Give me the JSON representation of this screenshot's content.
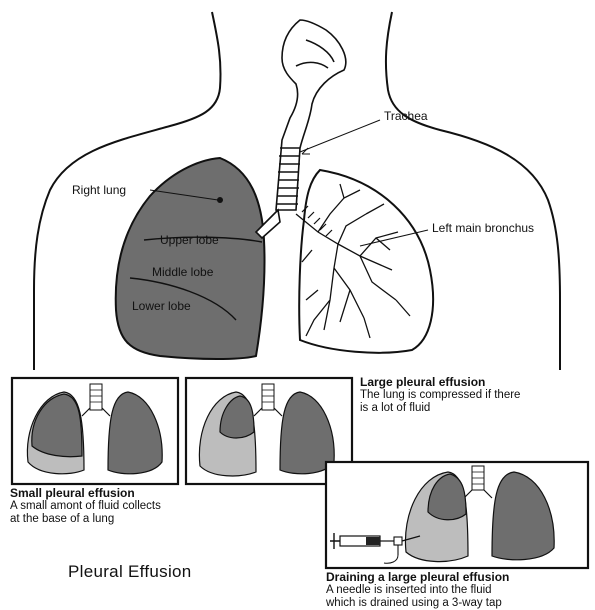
{
  "title": "Pleural Effusion",
  "labels": {
    "trachea": "Trachea",
    "right_lung": "Right lung",
    "left_main_bronchus": "Left main bronchus",
    "upper_lobe": "Upper lobe",
    "middle_lobe": "Middle lobe",
    "lower_lobe": "Lower lobe"
  },
  "panels": {
    "small": {
      "heading": "Small pleural effusion",
      "line1": "A small amont of fluid collects",
      "line2": "at the base of a lung"
    },
    "large": {
      "heading": "Large pleural effusion",
      "line1": "The lung is compressed if there",
      "line2": "is a lot of fluid"
    },
    "draining": {
      "heading": "Draining a large pleural effusion",
      "line1": "A needle is inserted into the fluid",
      "line2": "which is drained using a 3-way tap"
    }
  },
  "colors": {
    "lung_fill": "#6e6e6e",
    "fluid_fill": "#bdbdbd",
    "outline": "#111111"
  }
}
